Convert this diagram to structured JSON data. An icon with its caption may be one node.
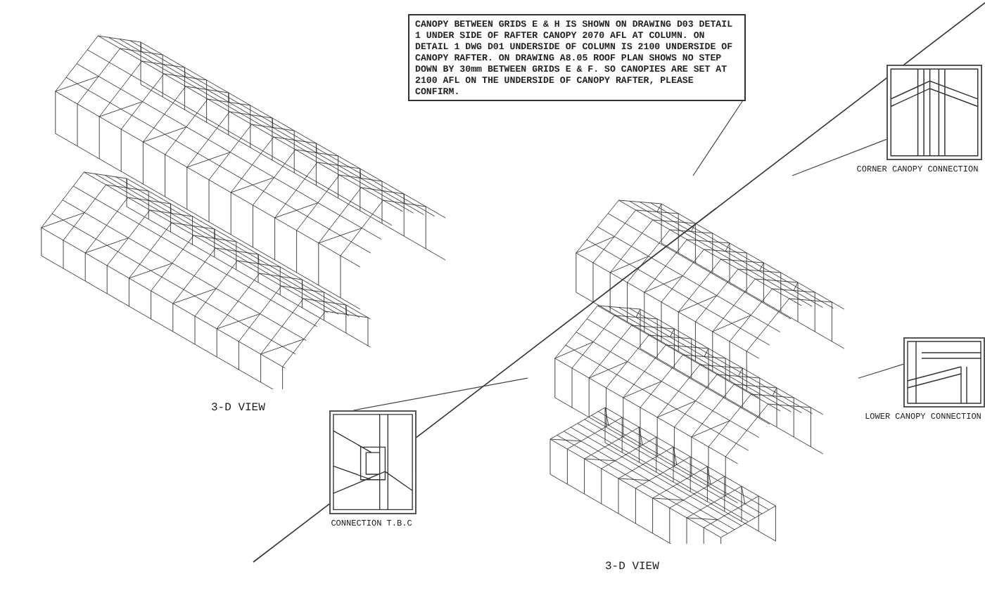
{
  "diagram": {
    "nodes": [
      {
        "text": [],
        "shape": "picture",
        "beside": [
          "3-D VIEW"
        ]
      },
      {
        "text": [
          "CANOPY BETWEEN GRIDS E & H IS SHOWN ON DRAWING D03 DETAIL 1 UNDER SIDE OF RAFTER CANOPY 2070 AFL AT COLUMN. ON DETAIL 1 DWG D01 UNDERSIDE OF COLUMN IS 2100 UNDERSIDE OF CANOPY RAFTER. ON DRAWING A8.05 ROOF PLAN SHOWS NO STEP DOWN BY 30mm BETWEEN GRIDS E & F. SO CANOPIES ARE SET AT 2100 AFL ON THE UNDERSIDE OF CANOPY RAFTER, PLEASE CONFIRM."
        ]
      },
      {
        "text": [
          "CORNER CANOPY CONNECTION"
        ]
      },
      {
        "text": [],
        "shape": "picture",
        "beside": [
          "3-D VIEW"
        ]
      },
      {
        "text": [
          "LOWER CANOPY CONNECTION"
        ]
      },
      {
        "text": [
          "CONNECTION T.B.C"
        ]
      }
    ],
    "edges": [
      {
        "from": 1,
        "to": 3,
        "arrow": "none"
      },
      {
        "from": 2,
        "to": 3,
        "arrow": "none"
      },
      {
        "from": 4,
        "to": 3,
        "arrow": "none"
      },
      {
        "from": 5,
        "to": 3,
        "arrow": "none"
      }
    ]
  }
}
